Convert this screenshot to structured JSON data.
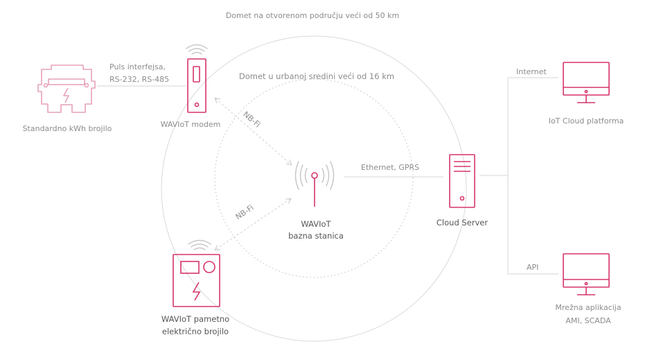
{
  "colors": {
    "accent": "#d6336c",
    "line": "#cfcfcf",
    "text": "#8c8c8c",
    "text_dark": "#555555"
  },
  "labels": {
    "outer_range": "Domet na otvorenom području veći od 50 km",
    "urban_range": "Domet u urbanoj sredini veći od 16 km",
    "interfaces_1": "Puls interfejsa,",
    "interfaces_2": "RS-232, RS-485",
    "meter": "Standardno kWh brojilo",
    "modem": "WAVIoT modem",
    "nbfi_top": "NB-Fi",
    "nbfi_bottom": "NB-Fi",
    "base_1": "WAVIoT",
    "base_2": "bazna stanica",
    "ethernet": "Ethernet, GPRS",
    "server": "Cloud Server",
    "internet": "Internet",
    "api": "API",
    "iot_platform": "IoT Cloud platforma",
    "network_app_1": "Mrežna aplikacija",
    "network_app_2": "AMI, SCADA",
    "smart_meter_1": "WAVIoT pametno",
    "smart_meter_2": "električno brojilo"
  },
  "icons": [
    "kwh-meter-icon",
    "modem-icon",
    "base-station-icon",
    "cloud-server-icon",
    "monitor-icon",
    "smart-meter-icon",
    "wifi-icon",
    "lightning-icon"
  ]
}
